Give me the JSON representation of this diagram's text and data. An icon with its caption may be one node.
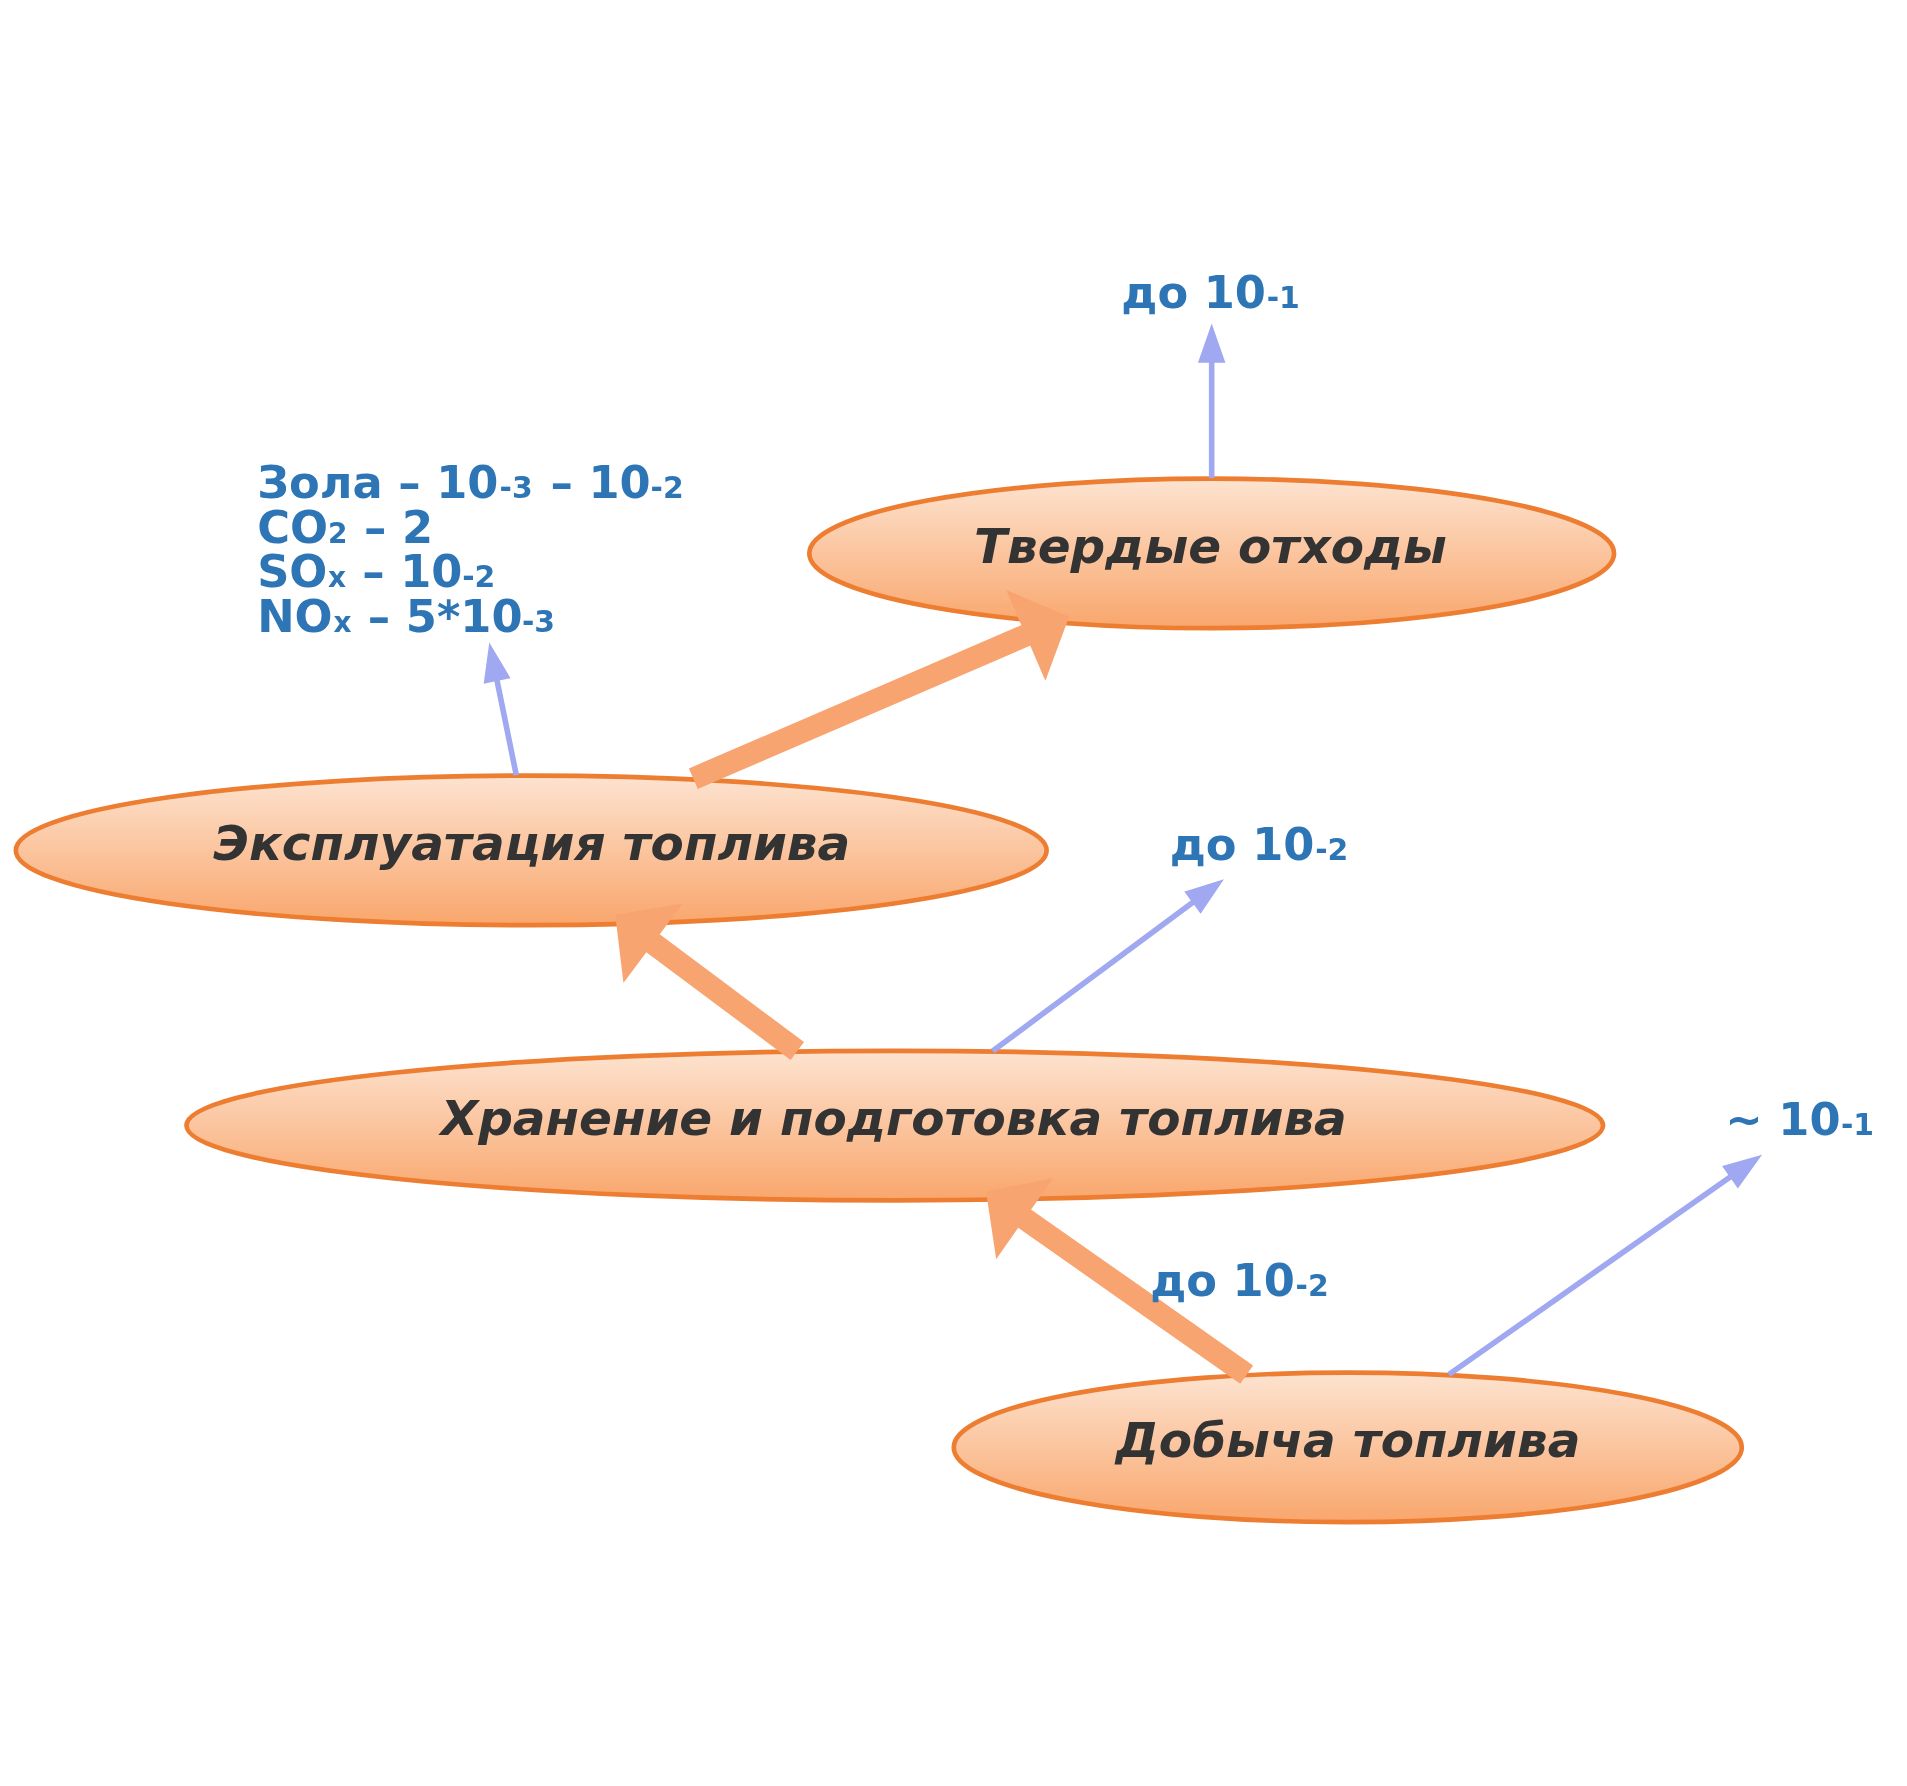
{
  "diagram": {
    "nodes": [
      {
        "text": [
          "Зола – 10$^{-3}$ – 10$^{-2}$",
          "CO$_{2}$ – 2",
          "SO$_{x}$ – 10$^{-2}$",
          "NO$_{x}$ – 5*10$^{-3}$"
        ]
      },
      {
        "text": [
          "до 10$^{-1}$"
        ]
      },
      {
        "text": [
          "Твердые отходы"
        ]
      },
      {
        "text": [
          "Эксплуатация топлива"
        ]
      },
      {
        "text": [
          "до 10$^{-2}$"
        ]
      },
      {
        "text": [
          "Хранение и подготовка топлива"
        ]
      },
      {
        "text": [
          "~ 10$^{-1}$"
        ]
      },
      {
        "text": [
          "Добыча топлива"
        ]
      }
    ],
    "edges": [
      {
        "from": 7,
        "to": 5,
        "arrow": "to",
        "label": "до 10$^{-2}$",
        "style": "thick",
        "color": "#f8a470"
      },
      {
        "from": 5,
        "to": 3,
        "arrow": "to",
        "style": "thick",
        "color": "#f8a470"
      },
      {
        "from": 3,
        "to": 2,
        "arrow": "to",
        "style": "thick",
        "color": "#f8a470"
      },
      {
        "from": 3,
        "to": 0,
        "arrow": "to",
        "color": "#9fa8f0"
      },
      {
        "from": 5,
        "to": 4,
        "arrow": "to",
        "color": "#9fa8f0"
      },
      {
        "from": 2,
        "to": 1,
        "arrow": "to",
        "color": "#9fa8f0"
      },
      {
        "from": 7,
        "to": 6,
        "arrow": "to",
        "color": "#9fa8f0"
      }
    ]
  }
}
